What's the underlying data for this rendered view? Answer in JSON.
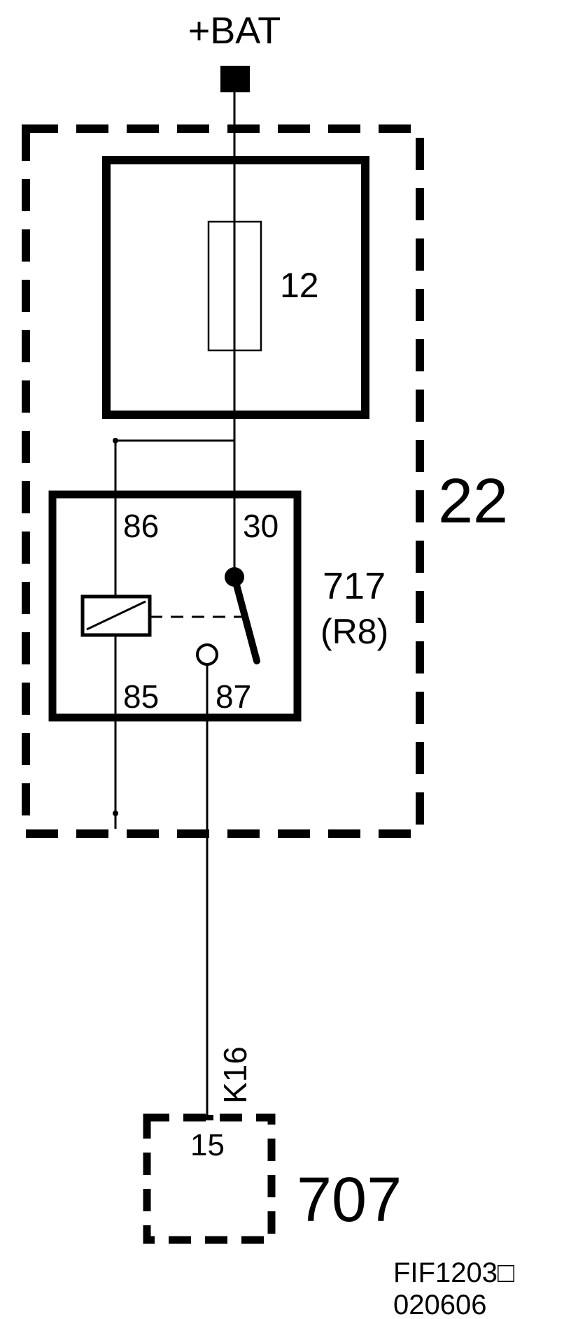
{
  "diagram": {
    "supply_label": "+BAT",
    "fuse_box": {
      "fuse_label": "12"
    },
    "fuse_relay_box": {
      "label": "22"
    },
    "relay": {
      "id_label": "717",
      "ref_label": "(R8)",
      "pin_86": "86",
      "pin_30": "30",
      "pin_85": "85",
      "pin_87": "87"
    },
    "wire": {
      "label": "K16"
    },
    "connector": {
      "pin_label": "15",
      "label": "707"
    },
    "footer": {
      "figure_code": "FIF1203□",
      "date_code": "020606"
    }
  }
}
